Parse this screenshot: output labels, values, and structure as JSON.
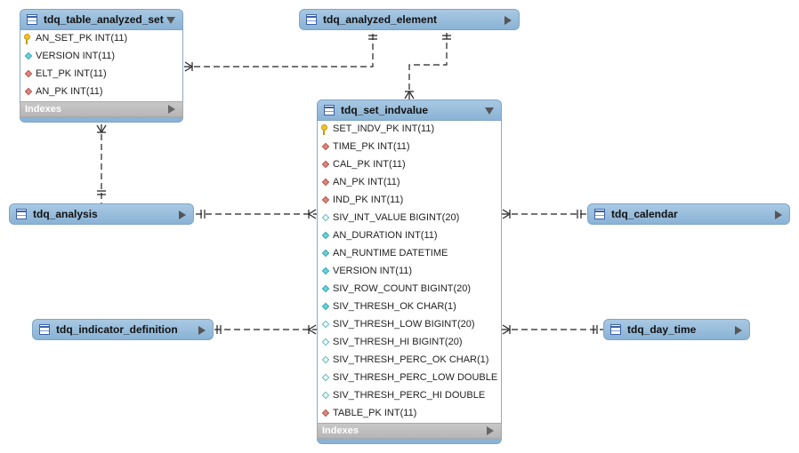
{
  "diagram": {
    "tables": {
      "tdq_table_analyzed_set": {
        "name": "tdq_table_analyzed_set",
        "columns": [
          {
            "label": "AN_SET_PK INT(11)",
            "icon": "primary-key-icon"
          },
          {
            "label": "VERSION INT(11)",
            "icon": "not-null-column-icon"
          },
          {
            "label": "ELT_PK INT(11)",
            "icon": "foreign-key-icon"
          },
          {
            "label": "AN_PK INT(11)",
            "icon": "foreign-key-icon"
          }
        ],
        "indexes_label": "Indexes"
      },
      "tdq_analyzed_element": {
        "name": "tdq_analyzed_element"
      },
      "tdq_set_indvalue": {
        "name": "tdq_set_indvalue",
        "columns": [
          {
            "label": "SET_INDV_PK INT(11)",
            "icon": "primary-key-icon"
          },
          {
            "label": "TIME_PK INT(11)",
            "icon": "foreign-key-icon"
          },
          {
            "label": "CAL_PK INT(11)",
            "icon": "foreign-key-icon"
          },
          {
            "label": "AN_PK INT(11)",
            "icon": "foreign-key-icon"
          },
          {
            "label": "IND_PK INT(11)",
            "icon": "foreign-key-icon"
          },
          {
            "label": "SIV_INT_VALUE BIGINT(20)",
            "icon": "nullable-column-icon"
          },
          {
            "label": "AN_DURATION INT(11)",
            "icon": "not-null-column-icon"
          },
          {
            "label": "AN_RUNTIME DATETIME",
            "icon": "not-null-column-icon"
          },
          {
            "label": "VERSION INT(11)",
            "icon": "not-null-column-icon"
          },
          {
            "label": "SIV_ROW_COUNT BIGINT(20)",
            "icon": "not-null-column-icon"
          },
          {
            "label": "SIV_THRESH_OK CHAR(1)",
            "icon": "not-null-column-icon"
          },
          {
            "label": "SIV_THRESH_LOW BIGINT(20)",
            "icon": "nullable-column-icon"
          },
          {
            "label": "SIV_THRESH_HI BIGINT(20)",
            "icon": "nullable-column-icon"
          },
          {
            "label": "SIV_THRESH_PERC_OK CHAR(1)",
            "icon": "nullable-column-icon"
          },
          {
            "label": "SIV_THRESH_PERC_LOW DOUBLE",
            "icon": "nullable-column-icon"
          },
          {
            "label": "SIV_THRESH_PERC_HI DOUBLE",
            "icon": "nullable-column-icon"
          },
          {
            "label": "TABLE_PK INT(11)",
            "icon": "foreign-key-icon"
          }
        ],
        "indexes_label": "Indexes"
      },
      "tdq_analysis": {
        "name": "tdq_analysis"
      },
      "tdq_calendar": {
        "name": "tdq_calendar"
      },
      "tdq_indicator_definition": {
        "name": "tdq_indicator_definition"
      },
      "tdq_day_time": {
        "name": "tdq_day_time"
      }
    },
    "relationships": [
      {
        "from": "tdq_table_analyzed_set",
        "to": "tdq_analyzed_element",
        "notation": "one-to-many"
      },
      {
        "from": "tdq_set_indvalue",
        "to": "tdq_analyzed_element",
        "notation": "one-to-many"
      },
      {
        "from": "tdq_table_analyzed_set",
        "to": "tdq_analysis",
        "notation": "one-to-many"
      },
      {
        "from": "tdq_set_indvalue",
        "to": "tdq_analysis",
        "notation": "one-to-many"
      },
      {
        "from": "tdq_set_indvalue",
        "to": "tdq_calendar",
        "notation": "one-to-many"
      },
      {
        "from": "tdq_set_indvalue",
        "to": "tdq_indicator_definition",
        "notation": "one-to-many"
      },
      {
        "from": "tdq_set_indvalue",
        "to": "tdq_day_time",
        "notation": "one-to-many"
      }
    ],
    "colors": {
      "header": "#8ab3d5",
      "foreign_key": "#d98880",
      "not_null": "#6fd0d8",
      "primary_key": "#f3c22a"
    }
  }
}
